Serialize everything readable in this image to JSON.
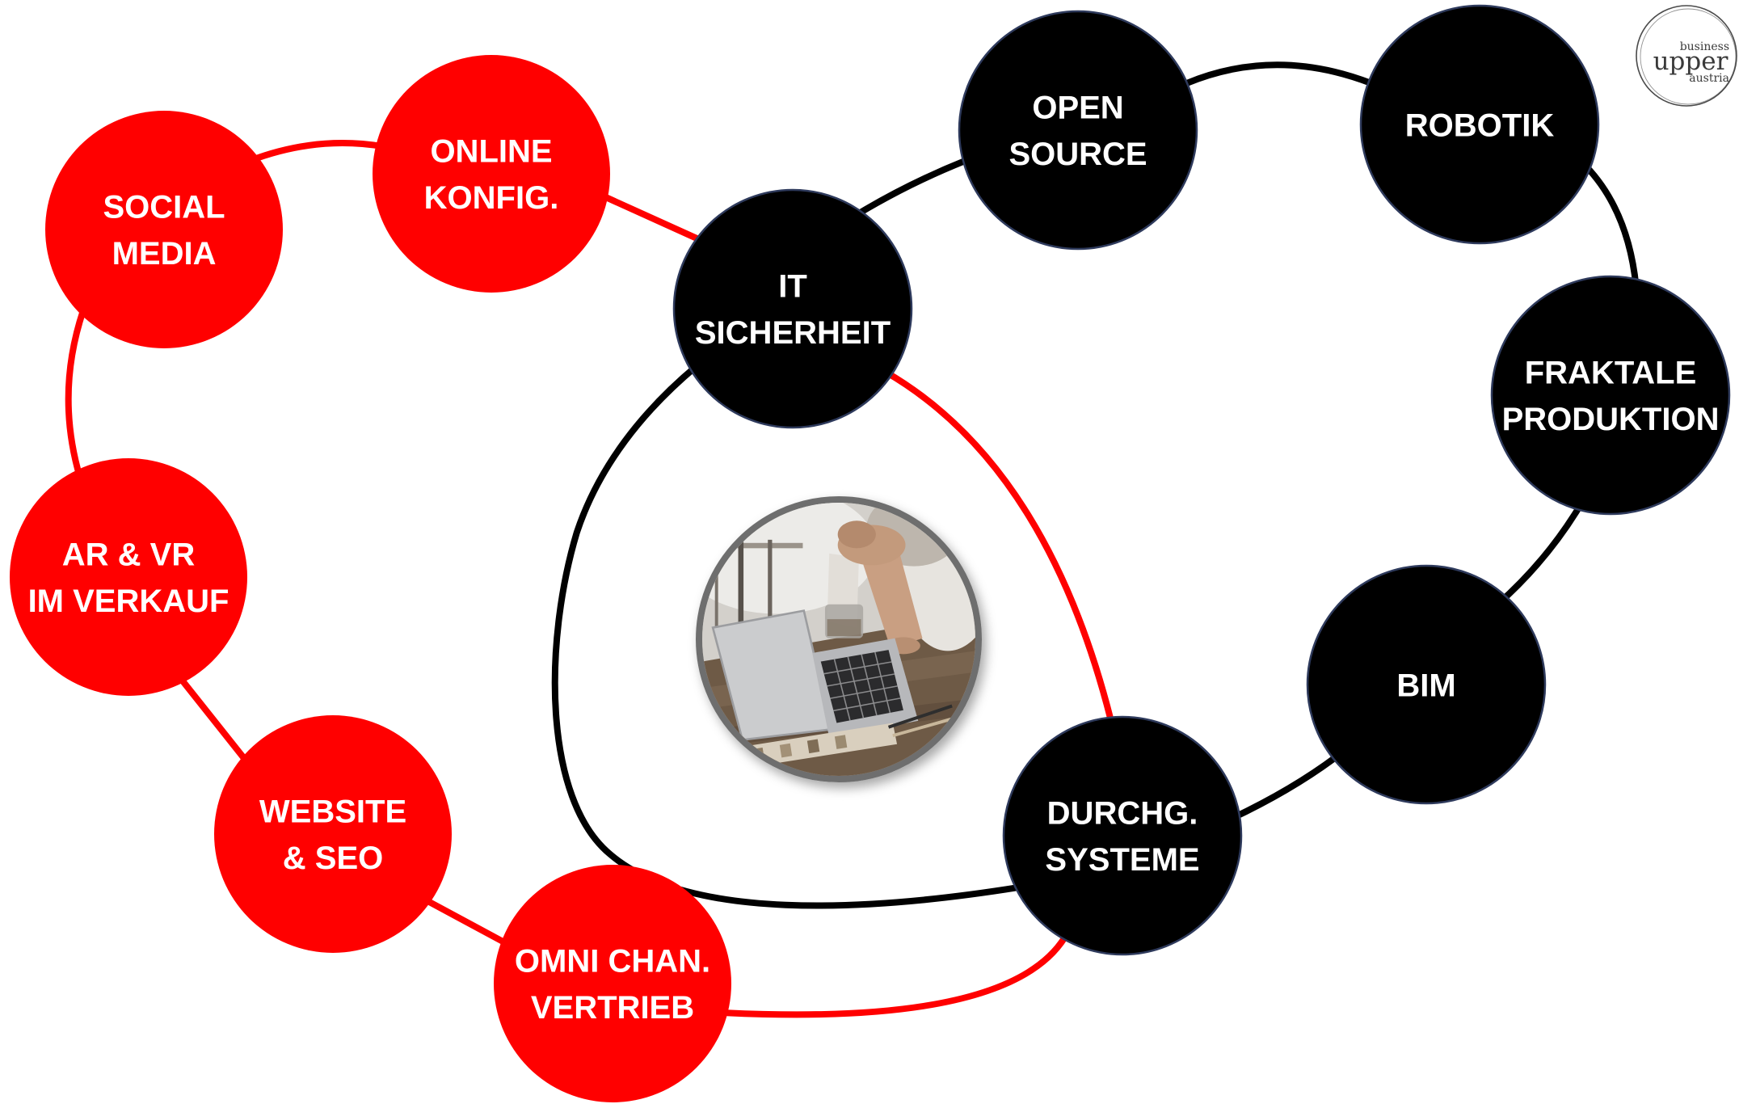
{
  "colors": {
    "red_node": "#FF0000",
    "black_node": "#000000",
    "node_border": "#2E3A5C",
    "label_text": "#FFFFFF",
    "red_line": "#FF0000",
    "black_line": "#000000",
    "photo_border": "#6E6E6E",
    "logo_stroke": "#4A4A4A",
    "logo_text": "#3A3A3A"
  },
  "logo": {
    "line1": "business",
    "line2": "upper",
    "line3": "austria"
  },
  "red_nodes": [
    {
      "lines": [
        "SOCIAL",
        "MEDIA"
      ]
    },
    {
      "lines": [
        "ONLINE",
        "KONFIG."
      ]
    },
    {
      "lines": [
        "OMNI CHAN.",
        "VERTRIEB"
      ]
    },
    {
      "lines": [
        "WEBSITE",
        "& SEO"
      ]
    },
    {
      "lines": [
        "AR & VR",
        "IM VERKAUF"
      ]
    }
  ],
  "black_nodes": [
    {
      "lines": [
        "IT",
        "SICHERHEIT"
      ]
    },
    {
      "lines": [
        "OPEN",
        "SOURCE"
      ]
    },
    {
      "lines": [
        "ROBOTIK"
      ]
    },
    {
      "lines": [
        "FRAKTALE",
        "PRODUKTION"
      ]
    },
    {
      "lines": [
        "BIM"
      ]
    },
    {
      "lines": [
        "DURCHG.",
        "SYSTEME"
      ]
    }
  ],
  "center_image": {
    "icon": "person-at-laptop-photo"
  }
}
